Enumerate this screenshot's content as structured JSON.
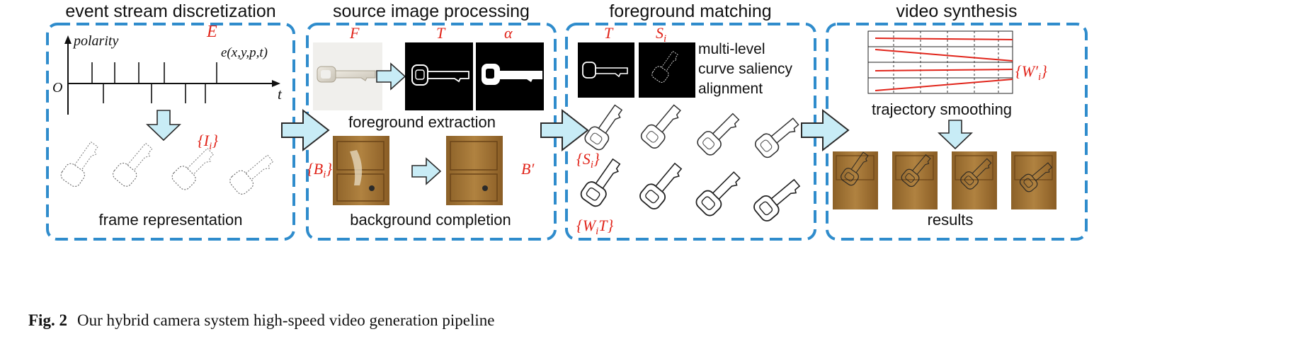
{
  "panels": [
    {
      "title": "event stream discretization"
    },
    {
      "title": "source image processing"
    },
    {
      "title": "foreground matching"
    },
    {
      "title": "video synthesis"
    }
  ],
  "panel1": {
    "E": "E",
    "polarity": "polarity",
    "origin": "O",
    "t": "t",
    "event_eq": "e(x,y,p,t)",
    "I_i": "{I",
    "I_sub": "i",
    "I_close": "}",
    "frame_representation": "frame representation"
  },
  "panel2": {
    "F": "F",
    "T": "T",
    "alpha": "α",
    "foreground_extraction": "foreground extraction",
    "B_i": "{B",
    "B_sub": "i",
    "B_close": "}",
    "B_prime": "B′",
    "background_completion": "background completion"
  },
  "panel3": {
    "T": "T",
    "S": "S",
    "S_sub": "i",
    "text_lines": [
      "multi-level",
      "curve saliency",
      "alignment"
    ],
    "S_i": "{S",
    "S_i_sub": "i",
    "S_i_close": "}",
    "WiT": "{W",
    "WiT_sub": "i",
    "WiT_rest": "T}"
  },
  "panel4": {
    "W_prime": "{W′",
    "W_prime_sub": "i",
    "W_prime_close": "}",
    "trajectory_smoothing": "trajectory smoothing",
    "results": "results"
  },
  "caption": {
    "label": "Fig. 2",
    "text": "Our hybrid camera system high-speed video generation pipeline"
  },
  "colors": {
    "panel_border": "#2f8ccc",
    "arrow_fill": "#c8ecf6",
    "arrow_stroke": "#2a2a2a",
    "label_red": "#e1251b"
  }
}
